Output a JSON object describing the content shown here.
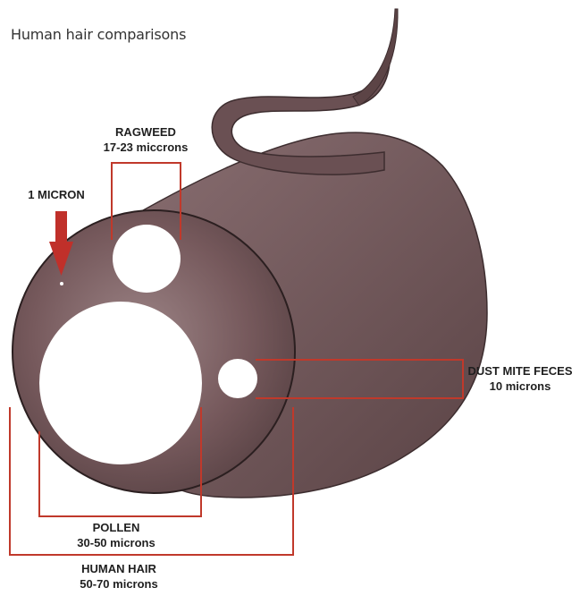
{
  "header": {
    "title": "Human hair comparisons"
  },
  "labels": {
    "ragweed": {
      "name": "RAGWEED",
      "size": "17-23 miccrons"
    },
    "micron": {
      "name": "1 MICRON"
    },
    "dust_mite": {
      "name": "DUST MITE FECES",
      "size": "10 microns"
    },
    "pollen": {
      "name": "POLLEN",
      "size": "30-50 microns"
    },
    "human_hair": {
      "name": "HUMAN HAIR",
      "size": "50-70 microns"
    }
  },
  "colors": {
    "hair": "#73575a",
    "hair_dark": "#4e3a3c",
    "hair_light": "#9a8082",
    "bracket": "#c0392b",
    "arrow": "#c0302a",
    "particle": "#ffffff"
  }
}
